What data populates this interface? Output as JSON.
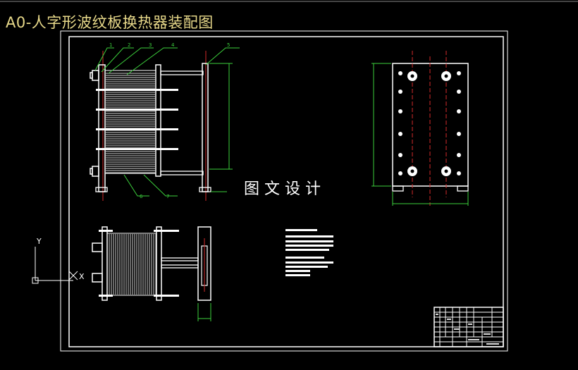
{
  "drawing": {
    "title": "A0-人字形波纹板换热器装配图",
    "watermark": "图 文 设 计"
  },
  "callouts": {
    "c1": "1",
    "c2": "2",
    "c3": "3",
    "c4": "4",
    "c5": "5",
    "c6": "6",
    "c7": "7"
  },
  "ucs": {
    "y_label": "Y",
    "x_label": "X"
  },
  "colors": {
    "background": "#000000",
    "title_text": "#e8d98a",
    "geometry": "#ffffff",
    "dimension": "#3ccf3c",
    "centerline": "#d42a2a"
  }
}
